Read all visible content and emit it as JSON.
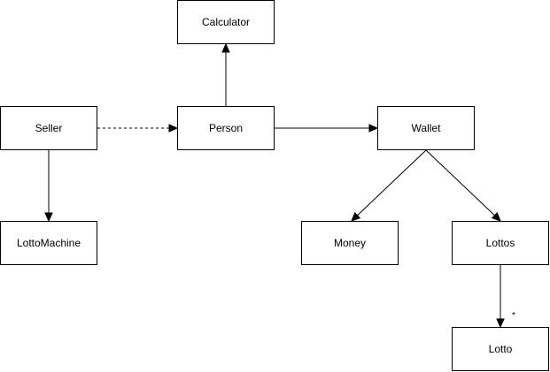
{
  "diagram": {
    "nodes": [
      {
        "id": "calculator",
        "label": "Calculator"
      },
      {
        "id": "seller",
        "label": "Seller"
      },
      {
        "id": "person",
        "label": "Person"
      },
      {
        "id": "wallet",
        "label": "Wallet"
      },
      {
        "id": "lottomachine",
        "label": "LottoMachine"
      },
      {
        "id": "money",
        "label": "Money"
      },
      {
        "id": "lottos",
        "label": "Lottos"
      },
      {
        "id": "lotto",
        "label": "Lotto"
      }
    ],
    "edges": [
      {
        "from": "seller",
        "to": "person",
        "style": "dashed",
        "label": ""
      },
      {
        "from": "person",
        "to": "calculator",
        "style": "solid",
        "label": ""
      },
      {
        "from": "person",
        "to": "wallet",
        "style": "solid",
        "label": ""
      },
      {
        "from": "seller",
        "to": "lottomachine",
        "style": "solid",
        "label": ""
      },
      {
        "from": "wallet",
        "to": "money",
        "style": "solid",
        "label": ""
      },
      {
        "from": "wallet",
        "to": "lottos",
        "style": "solid",
        "label": ""
      },
      {
        "from": "lottos",
        "to": "lotto",
        "style": "solid",
        "label": "*"
      }
    ]
  }
}
